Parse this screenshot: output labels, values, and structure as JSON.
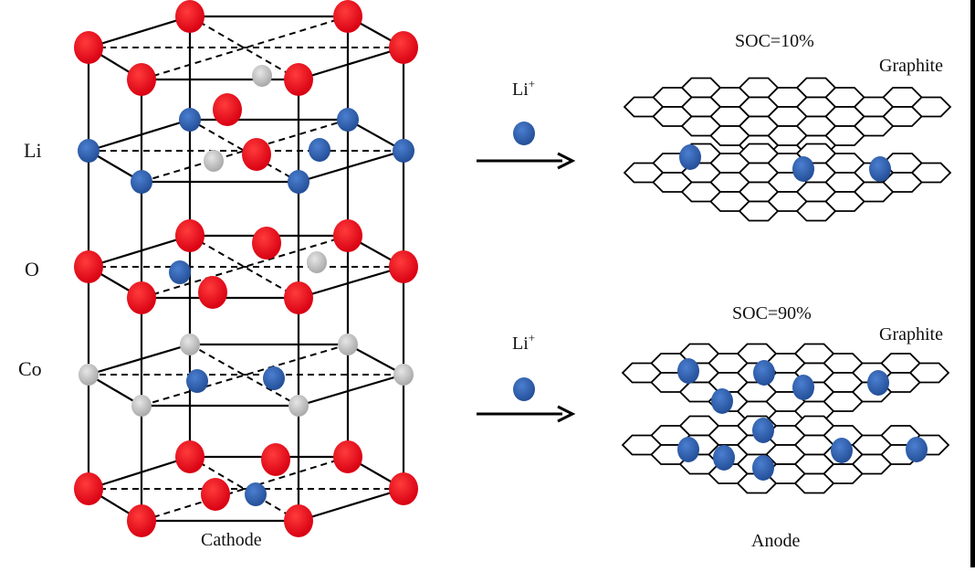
{
  "diagram": {
    "atom_labels": {
      "li": "Li",
      "o": "O",
      "co": "Co"
    },
    "cathode_label": "Cathode",
    "anode_label": "Anode",
    "transfers": [
      {
        "ion": "Li",
        "charge": "+"
      },
      {
        "ion": "Li",
        "charge": "+"
      }
    ],
    "anode_states": [
      {
        "soc": "SOC=10%",
        "material": "Graphite"
      },
      {
        "soc": "SOC=90%",
        "material": "Graphite"
      }
    ],
    "colors": {
      "oxygen": "#e8001a",
      "lithium": "#2f62b4",
      "cobalt": "#c9c9c9",
      "lines": "#000000",
      "background": "#ffffff"
    }
  }
}
